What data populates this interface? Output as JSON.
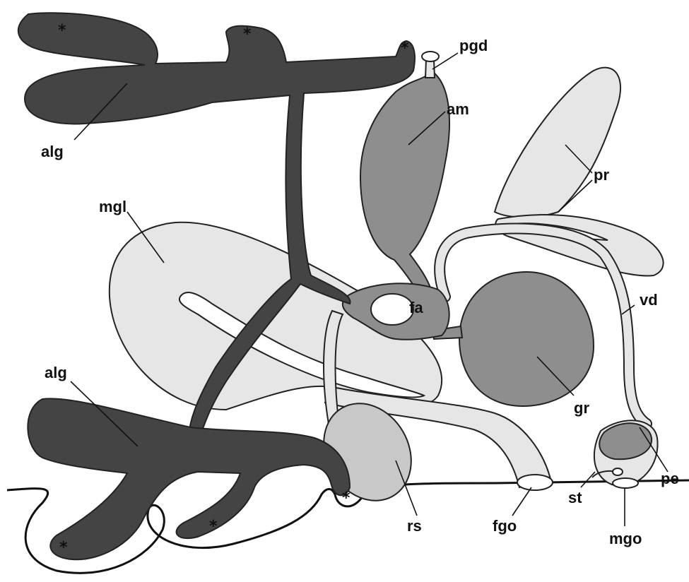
{
  "labels": {
    "pgd": "pgd",
    "am": "am",
    "alg_top": "alg",
    "alg_bottom": "alg",
    "mgl": "mgl",
    "pr": "pr",
    "fa": "fa",
    "vd": "vd",
    "gr": "gr",
    "pe": "pe",
    "st": "st",
    "rs": "rs",
    "fgo": "fgo",
    "mgo": "mgo"
  },
  "markers": {
    "asterisk": "*"
  },
  "colors": {
    "dark_gland": "#444444",
    "medium_organ": "#8e8e8e",
    "pale_organ": "#e6e6e6",
    "light_organ": "#c8c8c8",
    "outline": "#222222"
  }
}
